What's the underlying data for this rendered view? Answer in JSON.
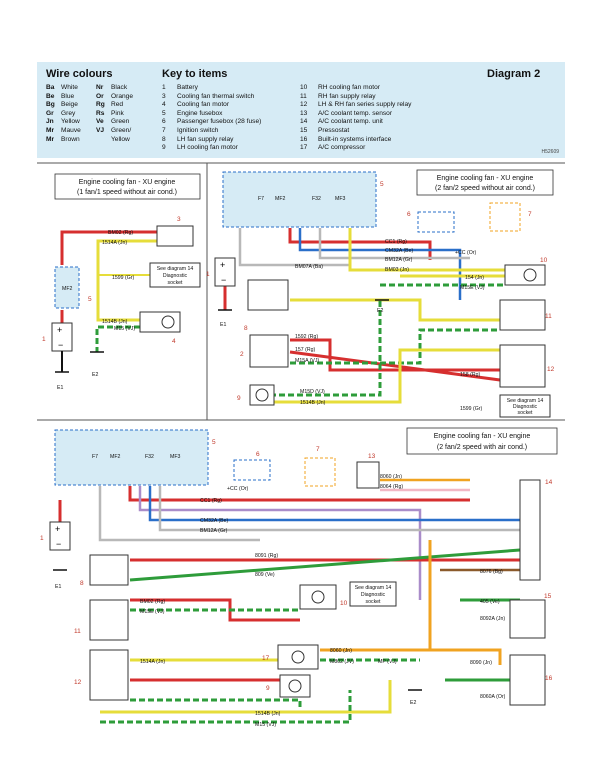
{
  "header": {
    "wire_colours_title": "Wire colours",
    "key_title": "Key to items",
    "diagram_title": "Diagram 2",
    "ref_code": "H52609",
    "colours": [
      [
        "Ba",
        "White",
        "Nr",
        "Black"
      ],
      [
        "Be",
        "Blue",
        "Or",
        "Orange"
      ],
      [
        "Bg",
        "Beige",
        "Rg",
        "Red"
      ],
      [
        "Gr",
        "Grey",
        "Rs",
        "Pink"
      ],
      [
        "Jn",
        "Yellow",
        "Ve",
        "Green"
      ],
      [
        "Mr",
        "Mauve",
        "VJ",
        "Green/"
      ],
      [
        "Mr",
        "Brown",
        "",
        "Yellow"
      ]
    ],
    "key_left": [
      [
        "1",
        "Battery"
      ],
      [
        "3",
        "Cooling fan thermal switch"
      ],
      [
        "4",
        "Cooling fan motor"
      ],
      [
        "5",
        "Engine fusebox"
      ],
      [
        "6",
        "Passenger fusebox (28 fuse)"
      ],
      [
        "7",
        "Ignition switch"
      ],
      [
        "8",
        "LH fan supply relay"
      ],
      [
        "9",
        "LH cooling fan motor"
      ]
    ],
    "key_right": [
      [
        "10",
        "RH cooling fan motor"
      ],
      [
        "11",
        "RH fan supply relay"
      ],
      [
        "12",
        "LH & RH fan series supply relay"
      ],
      [
        "13",
        "A/C coolant temp. sensor"
      ],
      [
        "14",
        "A/C coolant temp. unit"
      ],
      [
        "15",
        "Pressostat"
      ],
      [
        "16",
        "Built-in systems interface"
      ],
      [
        "17",
        "A/C compressor"
      ]
    ]
  },
  "panels": {
    "a_title_1": "Engine cooling fan - XU engine",
    "a_title_2": "(1 fan/1 speed without air cond.)",
    "b_title_1": "Engine cooling fan - XU engine",
    "b_title_2": "(2 fan/2 speed without air cond.)",
    "c_title_1": "Engine cooling fan - XU engine",
    "c_title_2": "(2 fan/2 speed with air cond.)"
  },
  "labels": {
    "see14": "See diagram 14",
    "diag": "Diagnostic",
    "socket": "socket",
    "e1": "E1",
    "e2": "E2",
    "mf2": "MF2",
    "f7": "F7",
    "f32": "F32",
    "mf3": "MF3",
    "w_bm02": "BM02 (Rg)",
    "w_1514a": "1514A (Jn)",
    "w_1599": "1599 (Gr)",
    "w_1514b": "1514B (Jn)",
    "w_m15": "M15 (VJ)",
    "w_cc1": "CC1 (Rg)",
    "w_cm32a": "CM32A (Be)",
    "w_bm12a": "BM12A (Gr)",
    "w_bm07a": "BM07A (Ba)",
    "w_bm03": "BM03 (Jn)",
    "w_154": "154 (Jn)",
    "w_m15e": "M15E (VJ)",
    "w_1592": "1592 (Rg)",
    "w_157": "157 (Rg)",
    "w_m15a": "M15A (VJ)",
    "w_m15d": "M15D (VJ)",
    "w_158": "158 (Rg)",
    "w_8060": "8060 (Jn)",
    "w_8064": "8064 (Rg)",
    "w_8091": "8091 (Rg)",
    "w_809": "809 (Ve)",
    "w_8076": "8076 (Bg)",
    "w_405": "405 (Ve)",
    "w_8092": "8092A (Jn)",
    "w_8090": "8090 (Jn)",
    "w_8060a": "8060A (Or)",
    "w_mp": "MP (VJ)",
    "w_m802": "M802 (JV)",
    "w_cc": "+CC (Or)"
  },
  "colors": {
    "red": "#d62f2f",
    "yellow": "#e6dd3a",
    "green": "#2e9c3a",
    "blue": "#2a6fc9",
    "grey": "#b8b8b8",
    "orange": "#f0a321",
    "pink": "#f2b7c4",
    "mauve": "#a98cc9",
    "brown": "#8b5a2b",
    "black": "#111111",
    "header_bg": "#d6ebf5",
    "box_bg": "#d6ebf5",
    "number": "#c0392b"
  }
}
